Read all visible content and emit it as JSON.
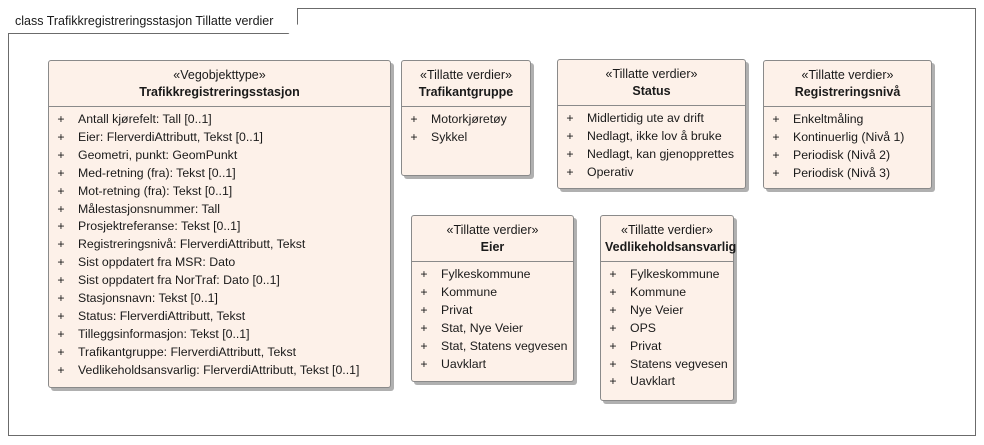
{
  "frame": {
    "title": "class Trafikkregistreringsstasjon Tillatte verdier"
  },
  "classes": {
    "main": {
      "stereotype": "«Vegobjekttype»",
      "name": "Trafikkregistreringsstasjon",
      "attributes": [
        "Antall kjørefelt: Tall [0..1]",
        "Eier: FlerverdiAttributt, Tekst [0..1]",
        "Geometri, punkt: GeomPunkt",
        "Med-retning (fra): Tekst [0..1]",
        "Mot-retning (fra): Tekst [0..1]",
        "Målestasjonsnummer: Tall",
        "Prosjektreferanse: Tekst [0..1]",
        "Registreringsnivå: FlerverdiAttributt, Tekst",
        "Sist oppdatert fra MSR: Dato",
        "Sist oppdatert fra NorTraf: Dato [0..1]",
        "Stasjonsnavn: Tekst [0..1]",
        "Status: FlerverdiAttributt, Tekst",
        "Tilleggsinformasjon: Tekst [0..1]",
        "Trafikantgruppe: FlerverdiAttributt, Tekst",
        "Vedlikeholdsansvarlig: FlerverdiAttributt, Tekst [0..1]"
      ]
    },
    "trafikantgruppe": {
      "stereotype": "«Tillatte verdier»",
      "name": "Trafikantgruppe",
      "values": [
        "Motorkjøretøy",
        "Sykkel"
      ]
    },
    "status": {
      "stereotype": "«Tillatte verdier»",
      "name": "Status",
      "values": [
        "Midlertidig ute av drift",
        "Nedlagt, ikke lov å bruke",
        "Nedlagt, kan gjenopprettes",
        "Operativ"
      ]
    },
    "registreringsniva": {
      "stereotype": "«Tillatte verdier»",
      "name": "Registreringsnivå",
      "values": [
        "Enkeltmåling",
        "Kontinuerlig (Nivå 1)",
        "Periodisk (Nivå 2)",
        "Periodisk (Nivå 3)"
      ]
    },
    "eier": {
      "stereotype": "«Tillatte verdier»",
      "name": "Eier",
      "values": [
        "Fylkeskommune",
        "Kommune",
        "Privat",
        "Stat, Nye Veier",
        "Stat, Statens vegvesen",
        "Uavklart"
      ]
    },
    "vedlikeholdsansvarlig": {
      "stereotype": "«Tillatte verdier»",
      "name": "Vedlikeholdsansvarlig",
      "values": [
        "Fylkeskommune",
        "Kommune",
        "Nye Veier",
        "OPS",
        "Privat",
        "Statens vegvesen",
        "Uavklart"
      ]
    }
  },
  "symbols": {
    "visibility": "+"
  },
  "colors": {
    "box_fill": "#fdf1e9",
    "border": "#8a8a8a",
    "shadow": "#b0b0b0"
  }
}
